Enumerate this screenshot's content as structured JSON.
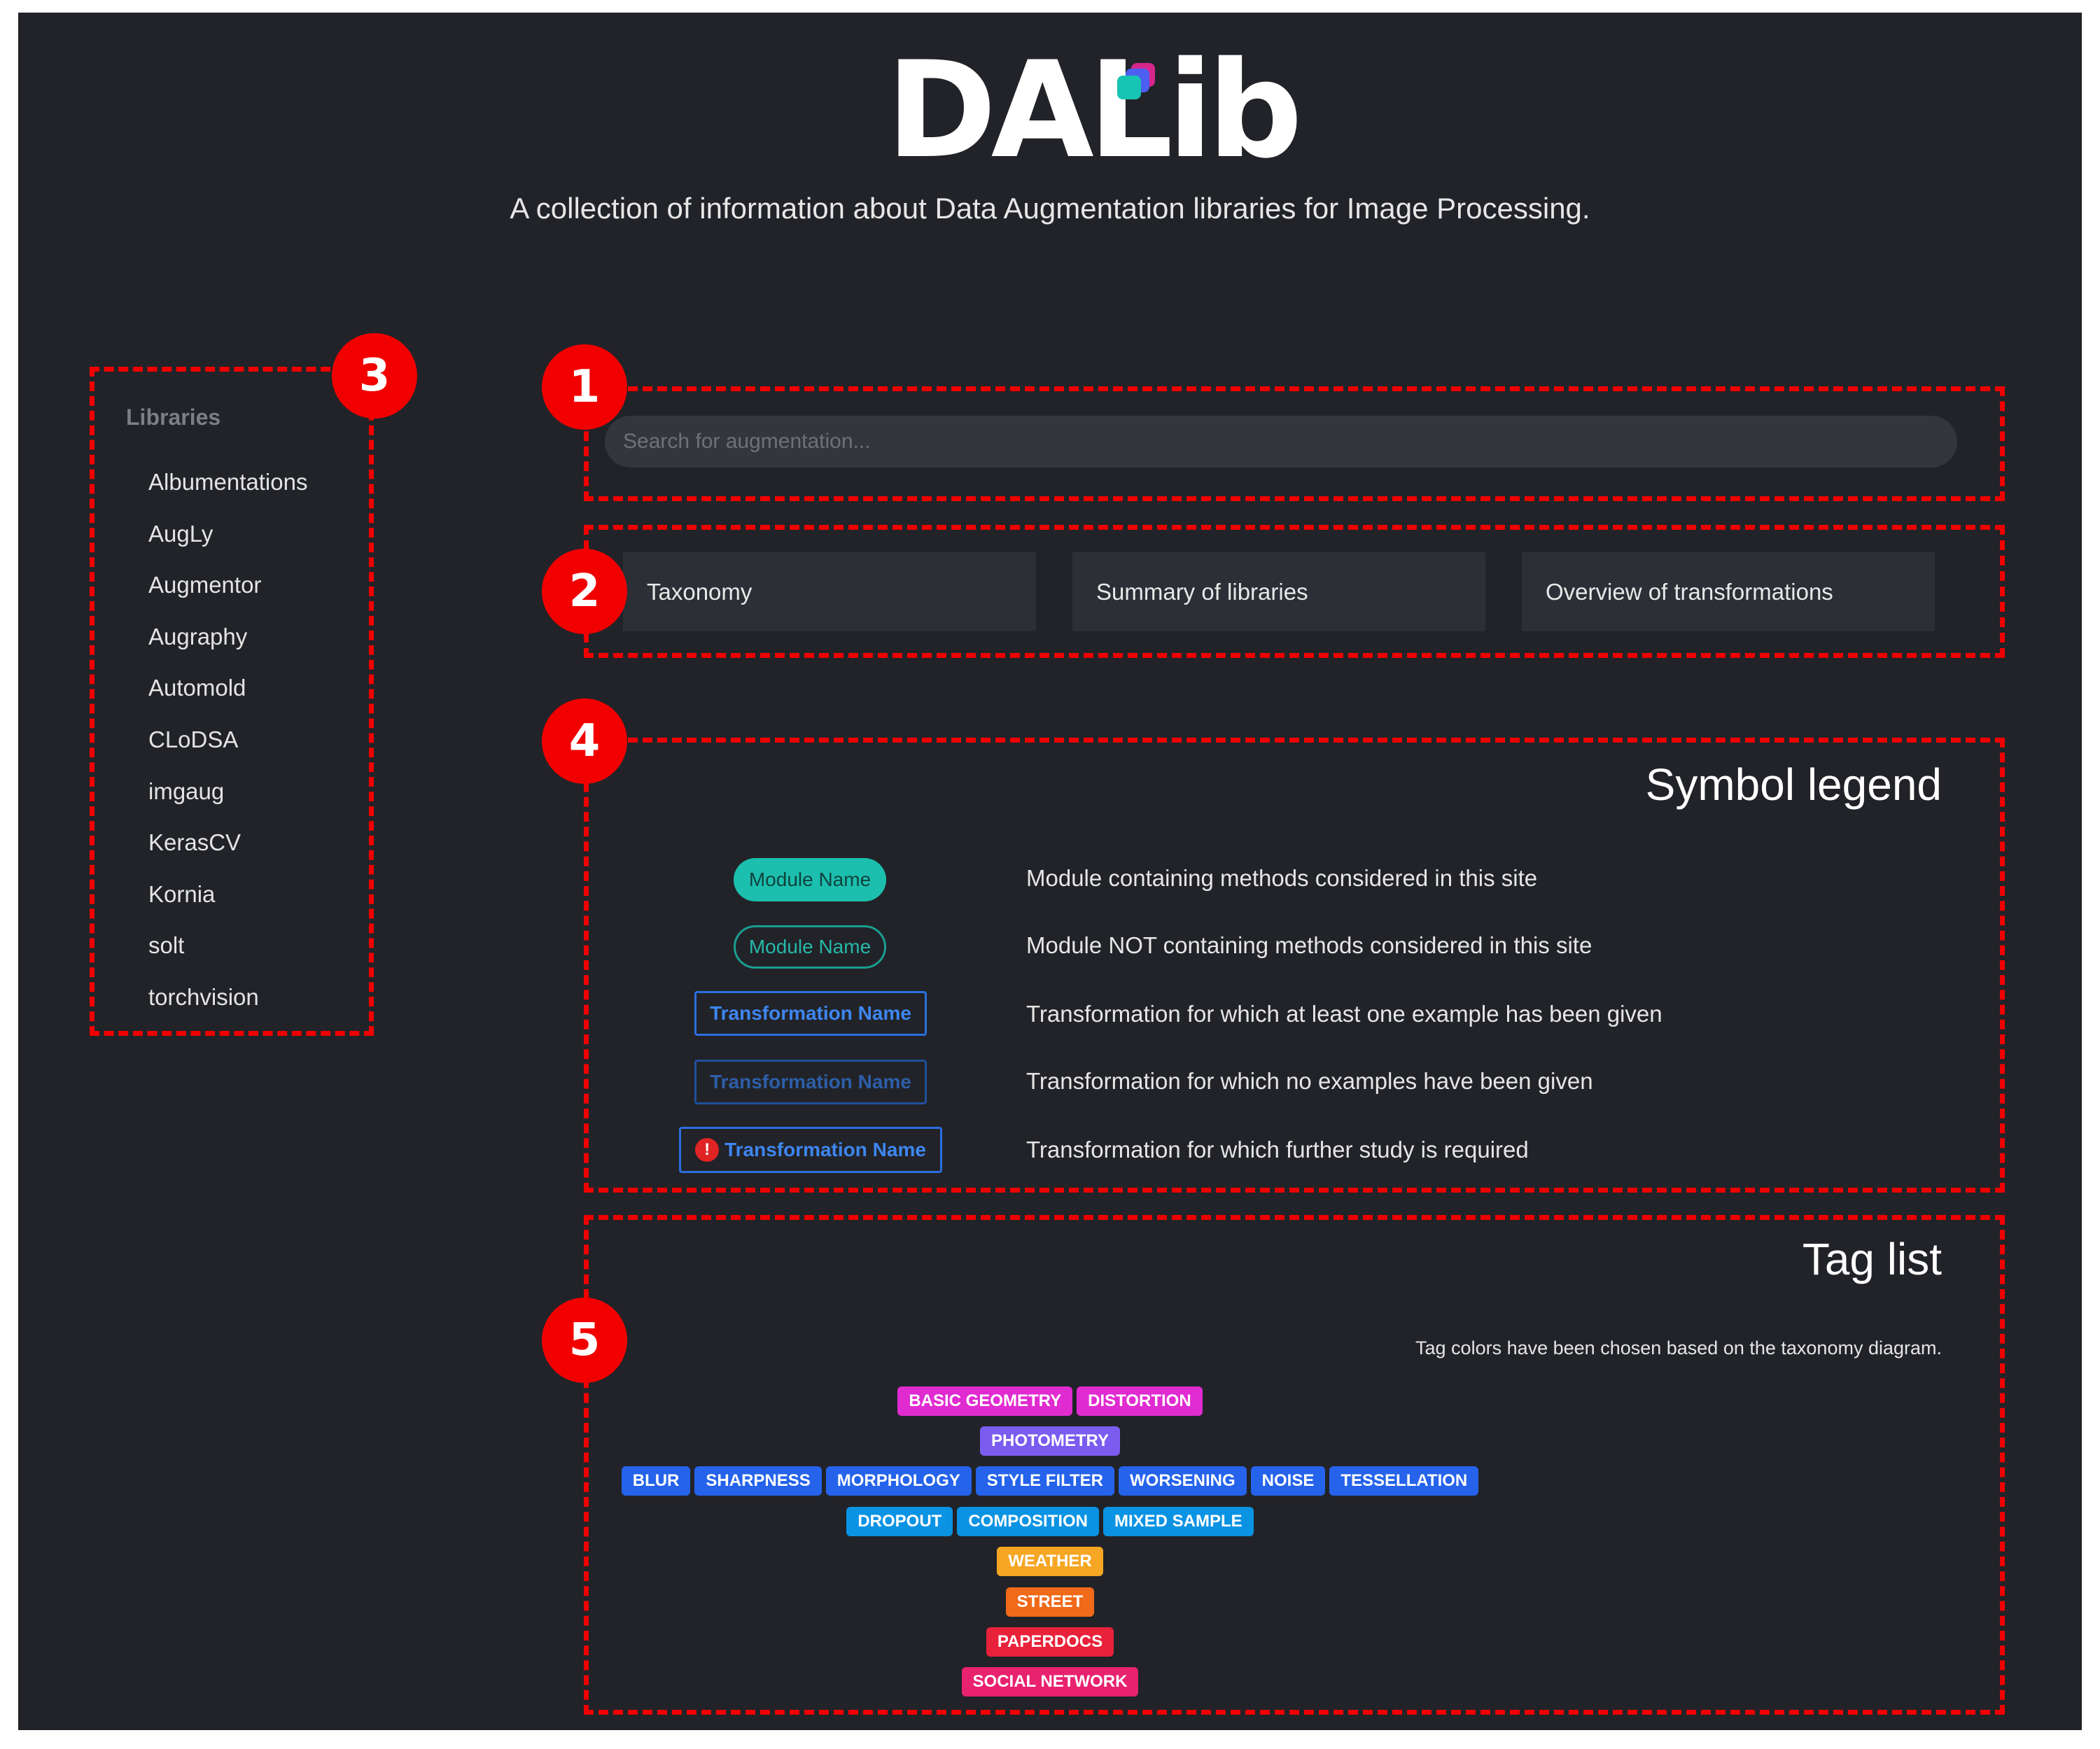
{
  "header": {
    "logo_text": "DALib",
    "tagline": "A collection of information about Data Augmentation libraries for Image Processing."
  },
  "badges": [
    "1",
    "2",
    "3",
    "4",
    "5"
  ],
  "sidebar": {
    "title": "Libraries",
    "items": [
      "Albumentations",
      "AugLy",
      "Augmentor",
      "Augraphy",
      "Automold",
      "CLoDSA",
      "imgaug",
      "KerasCV",
      "Kornia",
      "solt",
      "torchvision"
    ]
  },
  "search": {
    "placeholder": "Search for augmentation..."
  },
  "nav": {
    "cards": [
      "Taxonomy",
      "Summary of libraries",
      "Overview of transformations"
    ]
  },
  "legend": {
    "title": "Symbol legend",
    "rows": [
      {
        "symbol": "Module Name",
        "description": "Module containing methods considered in this site"
      },
      {
        "symbol": "Module Name",
        "description": "Module NOT containing methods considered in this site"
      },
      {
        "symbol": "Transformation Name",
        "description": "Transformation for which at least one example has been given"
      },
      {
        "symbol": "Transformation Name",
        "description": "Transformation for which no examples have been given"
      },
      {
        "symbol": "Transformation Name",
        "description": "Transformation for which further study is required",
        "icon": "!"
      }
    ]
  },
  "tags": {
    "title": "Tag list",
    "note": "Tag colors have been chosen based on the taxonomy diagram.",
    "rows": [
      [
        {
          "label": "BASIC GEOMETRY",
          "color": "#e02bd1"
        },
        {
          "label": "DISTORTION",
          "color": "#e02bd1"
        }
      ],
      [
        {
          "label": "PHOTOMETRY",
          "color": "#7b5cf0"
        }
      ],
      [
        {
          "label": "BLUR",
          "color": "#2563eb"
        },
        {
          "label": "SHARPNESS",
          "color": "#2563eb"
        },
        {
          "label": "MORPHOLOGY",
          "color": "#2563eb"
        },
        {
          "label": "STYLE FILTER",
          "color": "#2563eb"
        },
        {
          "label": "WORSENING",
          "color": "#2563eb"
        },
        {
          "label": "NOISE",
          "color": "#2563eb"
        },
        {
          "label": "TESSELLATION",
          "color": "#2563eb"
        }
      ],
      [
        {
          "label": "DROPOUT",
          "color": "#0b93e3"
        },
        {
          "label": "COMPOSITION",
          "color": "#0b93e3"
        },
        {
          "label": "MIXED SAMPLE",
          "color": "#0b93e3"
        }
      ],
      [
        {
          "label": "WEATHER",
          "color": "#f5a623"
        }
      ],
      [
        {
          "label": "STREET",
          "color": "#f06a1a"
        }
      ],
      [
        {
          "label": "PAPERDOCS",
          "color": "#e8223a"
        }
      ],
      [
        {
          "label": "SOCIAL NETWORK",
          "color": "#e8226f"
        }
      ]
    ]
  },
  "colors": {
    "background": "#212328",
    "annotation_red": "#f20000",
    "card": "#2c2f35",
    "module_teal": "#1cbfae",
    "transformation_blue": "#2a6fe0"
  }
}
